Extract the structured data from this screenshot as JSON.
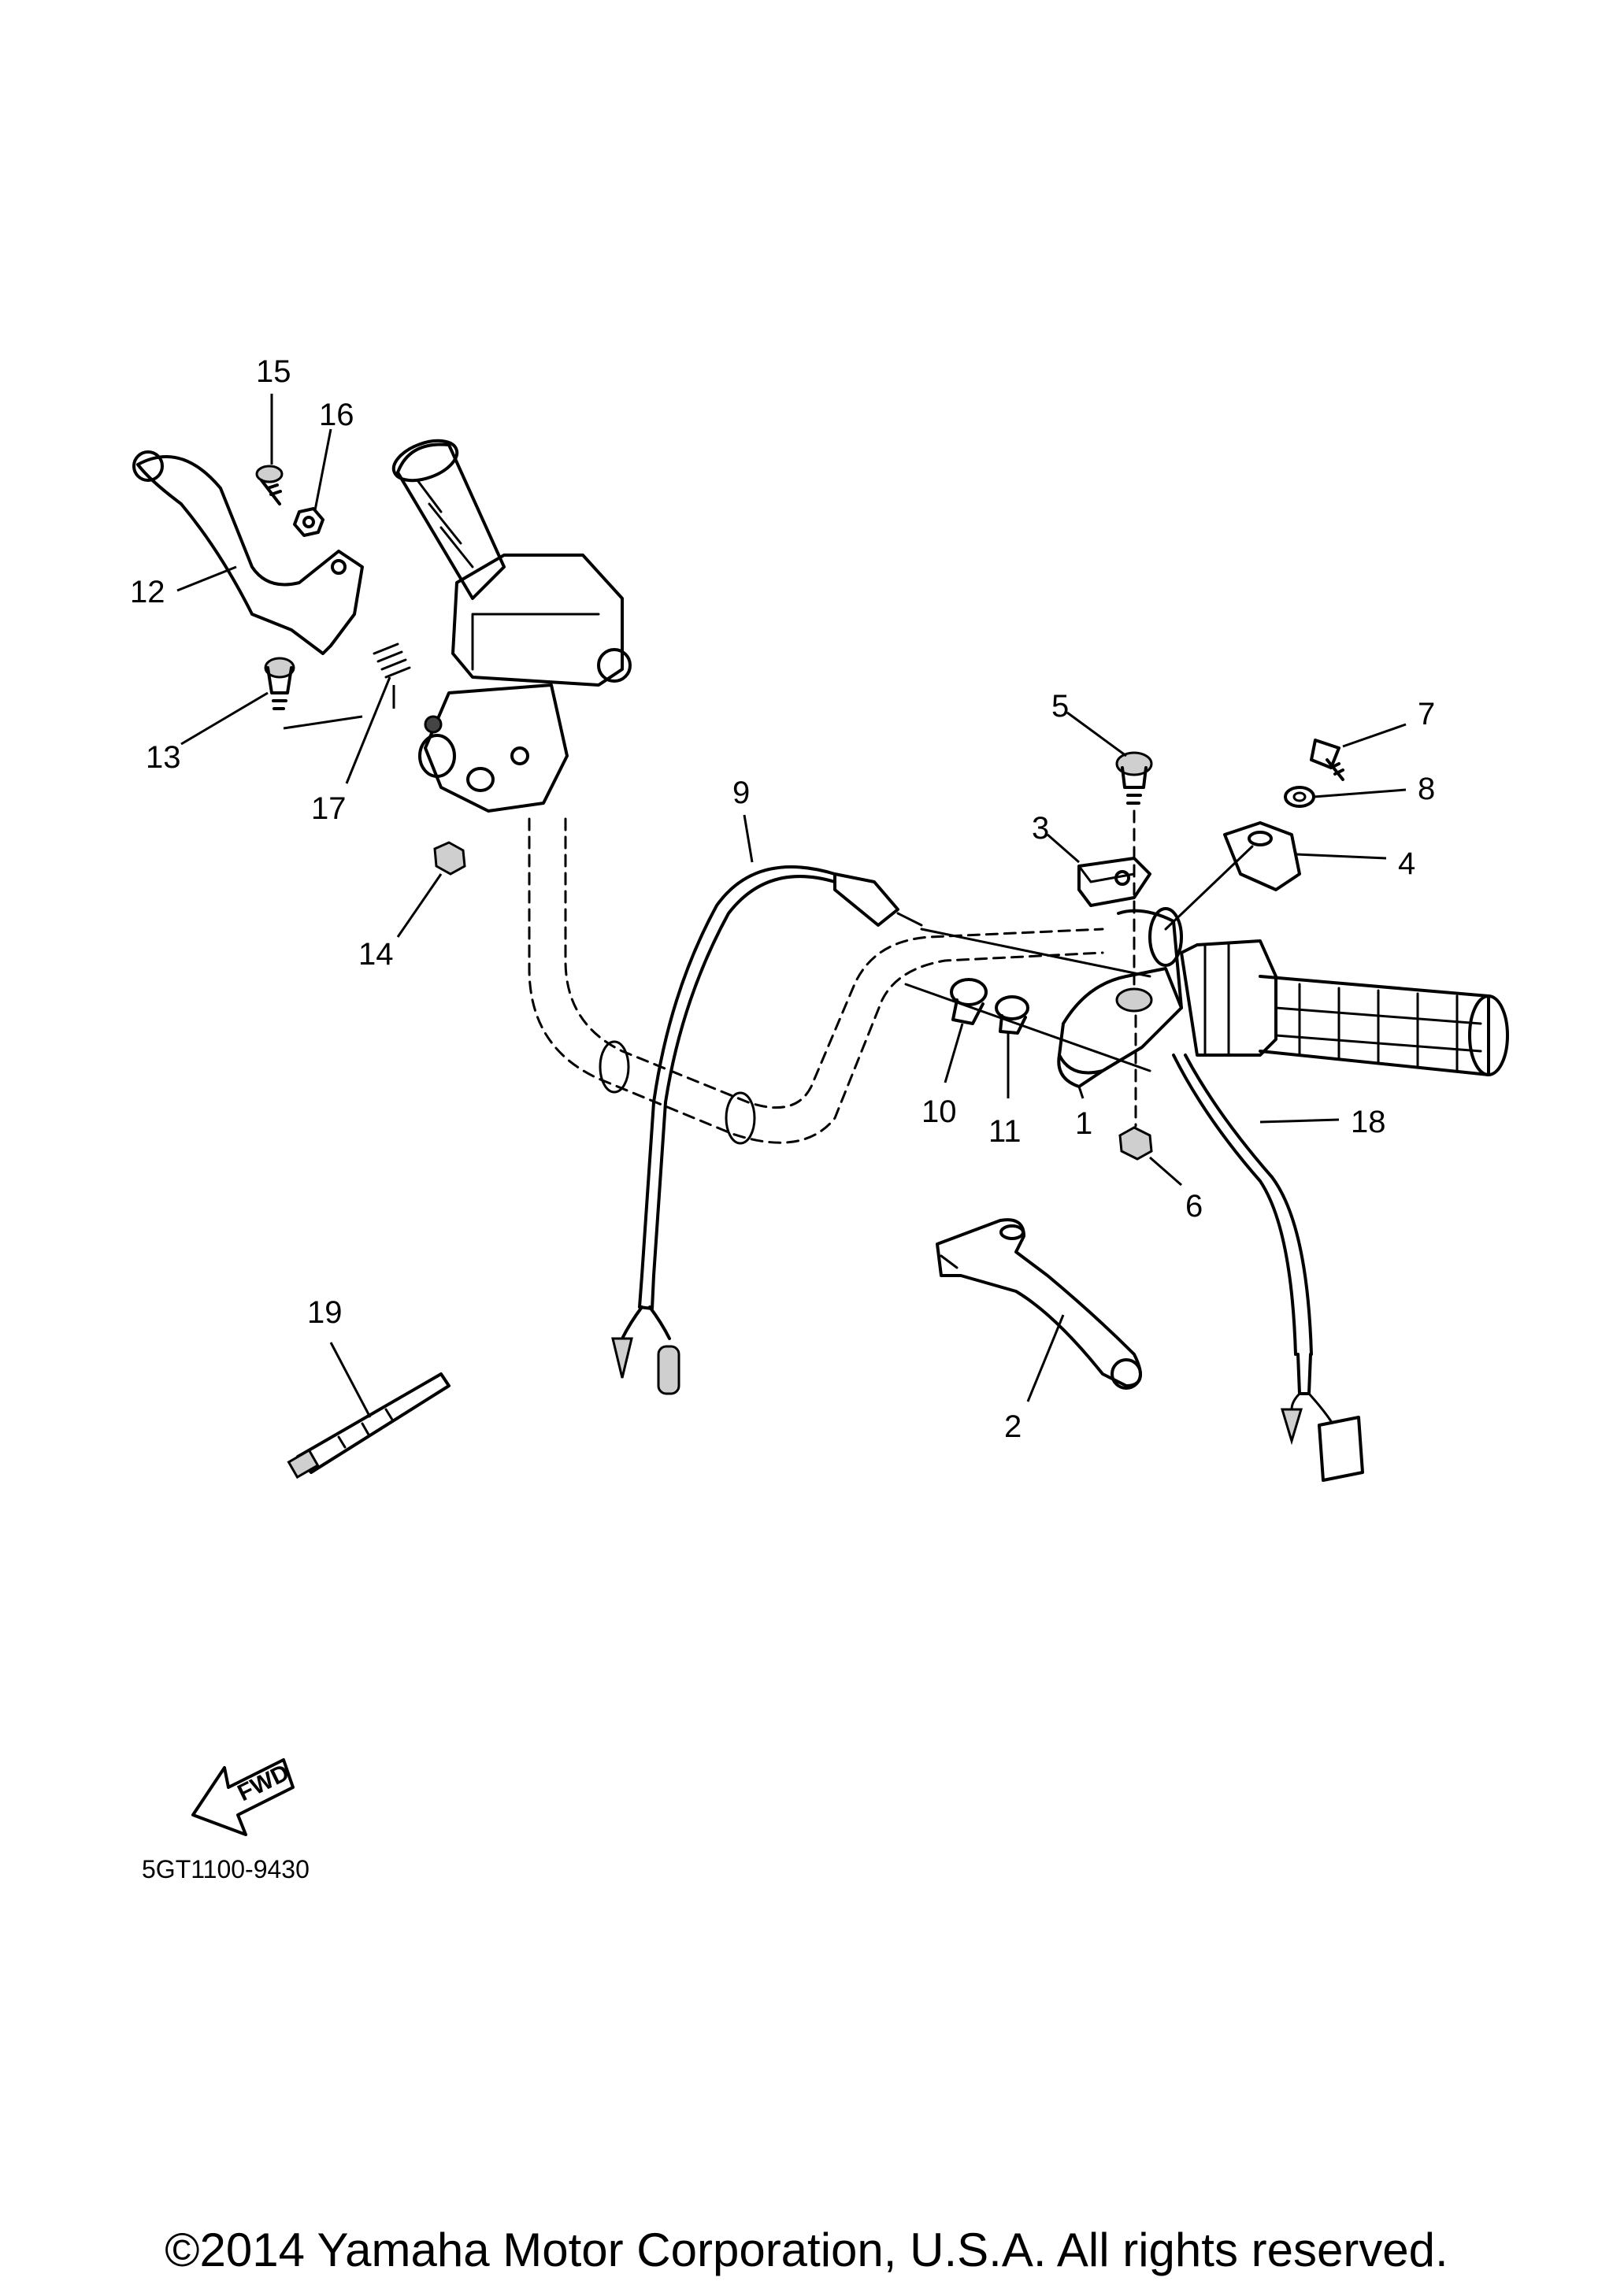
{
  "diagram": {
    "drawing_code": "5GT1100-9430",
    "copyright": "©2014 Yamaha Motor Corporation, U.S.A. All rights reserved.",
    "direction_label": "FWD",
    "callouts": [
      "1",
      "2",
      "3",
      "4",
      "5",
      "6",
      "7",
      "8",
      "9",
      "10",
      "11",
      "12",
      "13",
      "14",
      "15",
      "16",
      "17",
      "18",
      "19"
    ]
  }
}
